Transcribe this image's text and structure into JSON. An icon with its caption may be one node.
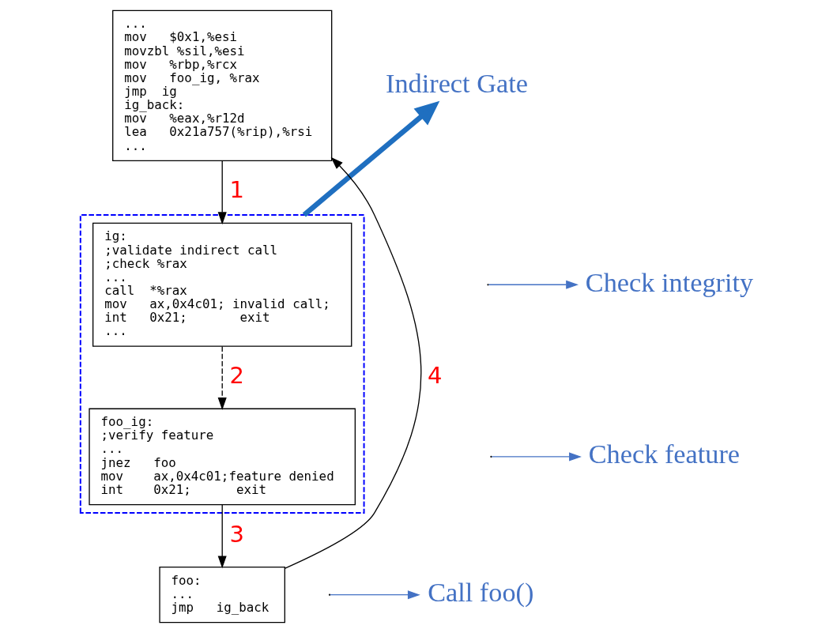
{
  "diagram": {
    "nodes": [
      {
        "text": [
          "...",
          "mov   $0x1,%esi",
          "movzbl %sil,%esi",
          "mov   %rbp,%rcx",
          "mov   foo_ig, %rax",
          "jmp  ig",
          "ig_back:",
          "mov   %eax,%r12d",
          "lea   0x21a757(%rip),%rsi",
          "..."
        ]
      },
      {
        "text": [],
        "shape": "box"
      },
      {
        "text": [
          "ig:",
          ";validate indirect call",
          ";check %rax",
          "...",
          "call  *%rax",
          "mov   ax,0x4c01; invalid call;",
          "int   0x21;       exit",
          "..."
        ],
        "in": 1
      },
      {
        "text": [
          "foo_ig:",
          ";verify feature",
          "...",
          "jnez   foo",
          "mov    ax,0x4c01;feature denied",
          "int    0x21;      exit"
        ],
        "in": 1
      },
      {
        "text": [
          "foo:",
          "...",
          "jmp   ig_back"
        ]
      },
      {
        "text": [
          "Indirect Gate"
        ]
      },
      {
        "text": [
          "Check integrity"
        ]
      },
      {
        "text": [
          "Check feature"
        ]
      },
      {
        "text": [
          "Call foo()"
        ]
      }
    ],
    "edges": [
      {
        "from": 0,
        "to": 2,
        "arrow": "to",
        "label": "1"
      },
      {
        "from": 2,
        "to": 3,
        "arrow": "to",
        "label": "2",
        "style": "dashed"
      },
      {
        "from": 3,
        "to": 4,
        "arrow": "to",
        "label": "3"
      },
      {
        "from": 4,
        "to": 0,
        "arrow": "to",
        "label": "4"
      },
      {
        "from": 1,
        "to": 5,
        "arrow": "to",
        "style": "thick",
        "color": "#1f6fc0"
      },
      {
        "from": null,
        "to": 6,
        "arrow": "to",
        "color": "#4472c4"
      },
      {
        "from": null,
        "to": 7,
        "arrow": "to",
        "color": "#4472c4"
      },
      {
        "from": null,
        "to": 8,
        "arrow": "to",
        "color": "#4472c4"
      }
    ]
  }
}
